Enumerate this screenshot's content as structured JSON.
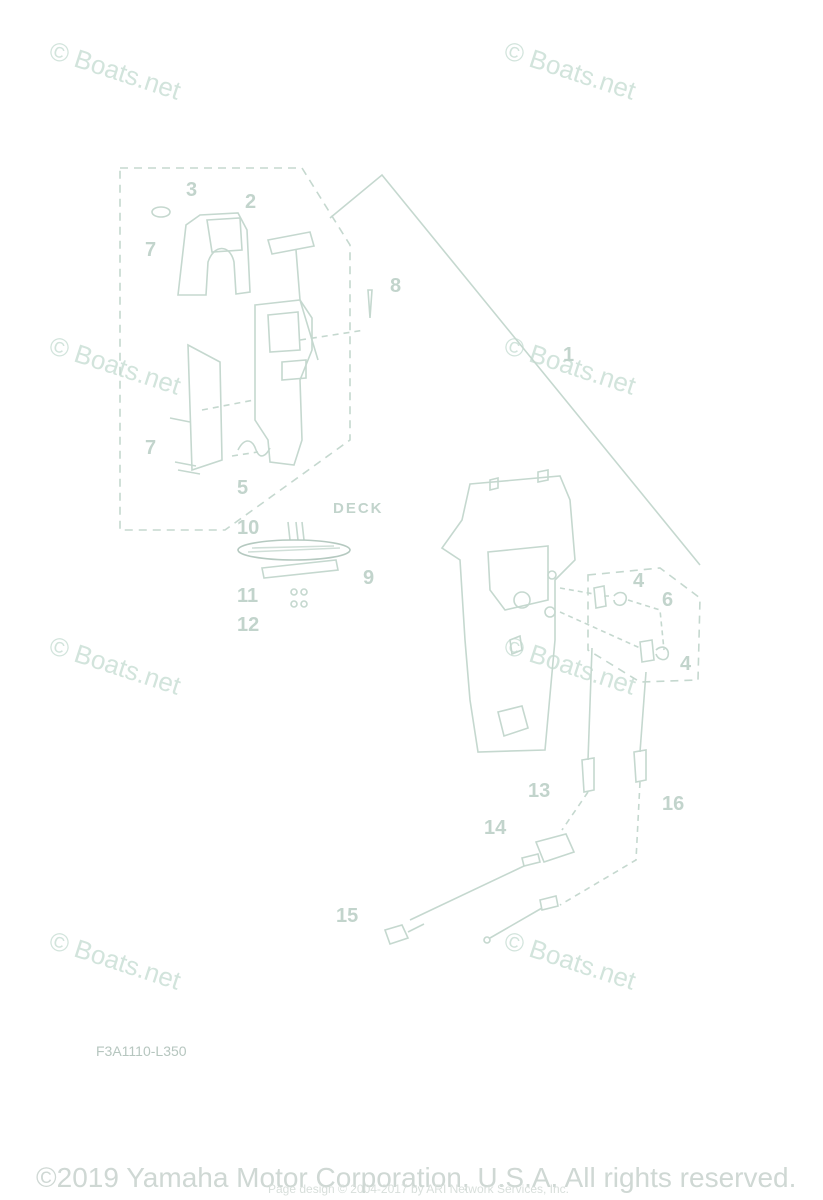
{
  "callouts": {
    "c1": "1",
    "c2": "2",
    "c3": "3",
    "c4a": "4",
    "c4b": "4",
    "c5": "5",
    "c6": "6",
    "c7a": "7",
    "c7b": "7",
    "c8": "8",
    "c9": "9",
    "c10": "10",
    "c11": "11",
    "c12": "12",
    "c13": "13",
    "c14": "14",
    "c15": "15",
    "c16": "16"
  },
  "deck_label": "DECK",
  "figure_code": "F3A1110-L350",
  "watermark": "© Boats.net",
  "footer": {
    "copyright": "©2019 Yamaha Motor Corporation, U.S.A. All rights reserved.",
    "page_design": "Page design © 2004-2017 by ARI Network Services, Inc."
  },
  "colors": {
    "line": "#c5d8cf",
    "text": "#c2d4cc",
    "watermark": "#d2e4dc"
  }
}
